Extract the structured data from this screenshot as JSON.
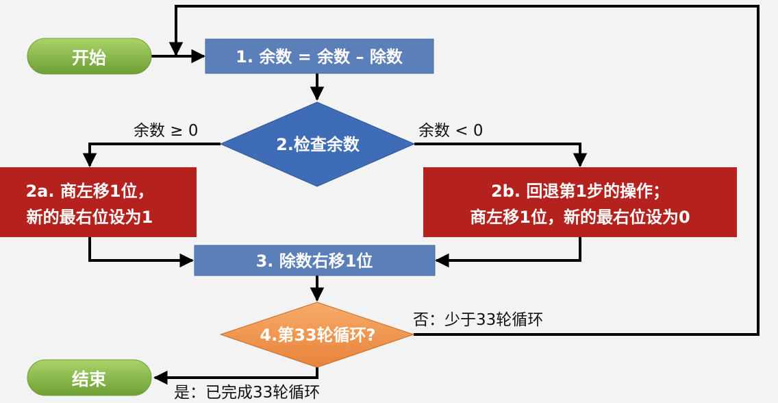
{
  "colors": {
    "background": "#f3f3f3",
    "start_end_fill": "#8cbe4e",
    "process_fill": "#5b7fb8",
    "decision_blue_fill": "#3f6cb6",
    "red_fill": "#b5221e",
    "decision_orange_fill": "#f0964a",
    "arrow": "#000000",
    "text_light": "#ffffff",
    "text_dark": "#111111"
  },
  "nodes": {
    "start": "开始",
    "step1": "1. 余数 = 余数 – 除数",
    "step2": "2.检查余数",
    "step2a_line1": "2a. 商左移1位，",
    "step2a_line2": "新的最右位设为1",
    "step2b_line1": "2b. 回退第1步的操作；",
    "step2b_line2": "商左移1位，新的最右位设为0",
    "step3": "3. 除数右移1位",
    "step4": "4.第33轮循环?",
    "end": "结束"
  },
  "edge_labels": {
    "ge_zero": "余数 ≥ 0",
    "lt_zero": "余数 < 0",
    "no_loop": "否：少于33轮循环",
    "yes_done": "是：已完成33轮循环"
  }
}
